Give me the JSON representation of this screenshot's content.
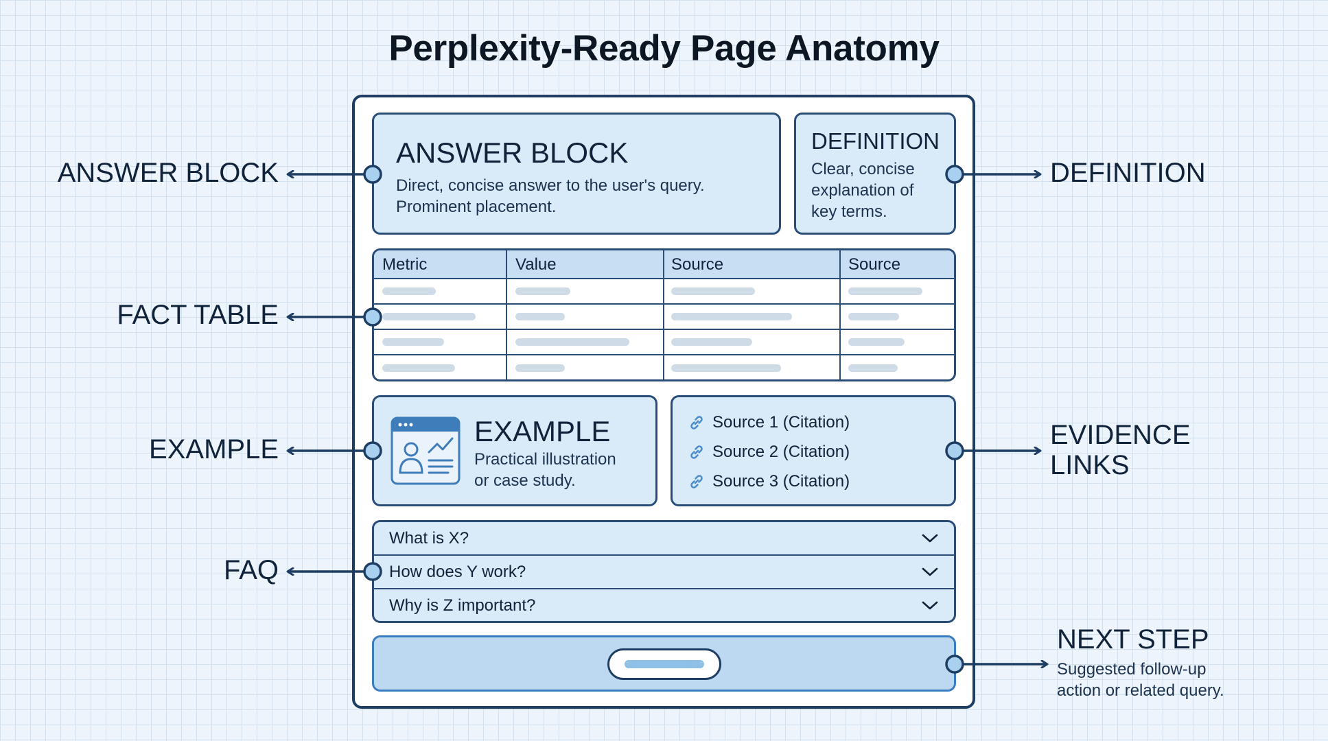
{
  "title": "Perplexity-Ready Page Anatomy",
  "labels": {
    "answer_block": "ANSWER BLOCK",
    "fact_table": "FACT TABLE",
    "example": "EXAMPLE",
    "faq": "FAQ",
    "definition": "DEFINITION",
    "evidence_links_line1": "EVIDENCE",
    "evidence_links_line2": "LINKS",
    "next_step": "NEXT STEP",
    "next_step_line1": "Suggested follow-up",
    "next_step_line2": "action or related query."
  },
  "answer_block": {
    "heading": "ANSWER BLOCK",
    "line1": "Direct, concise answer to the user's query.",
    "line2": "Prominent placement."
  },
  "definition": {
    "heading": "DEFINITION",
    "line1": "Clear, concise",
    "line2": "explanation of",
    "line3": "key terms."
  },
  "fact_table": {
    "headers": [
      "Metric",
      "Value",
      "Source",
      "Source"
    ]
  },
  "example": {
    "heading": "EXAMPLE",
    "line1": "Practical illustration",
    "line2": "or case study."
  },
  "evidence_links": {
    "items": [
      "Source 1 (Citation)",
      "Source 2 (Citation)",
      "Source 3 (Citation)"
    ]
  },
  "faq": {
    "items": [
      "What is X?",
      "How does Y work?",
      "Why is Z important?"
    ]
  },
  "colors": {
    "frame": "#1d3d62",
    "card_fill": "#d9eaf8",
    "connector": "#1d3d62",
    "node_fill": "#a9d0ef",
    "link_icon": "#4a8cc8"
  },
  "icons": {
    "example": "dashboard-profile-icon",
    "link": "link-icon",
    "faq_toggle": "chevron-down-icon"
  }
}
